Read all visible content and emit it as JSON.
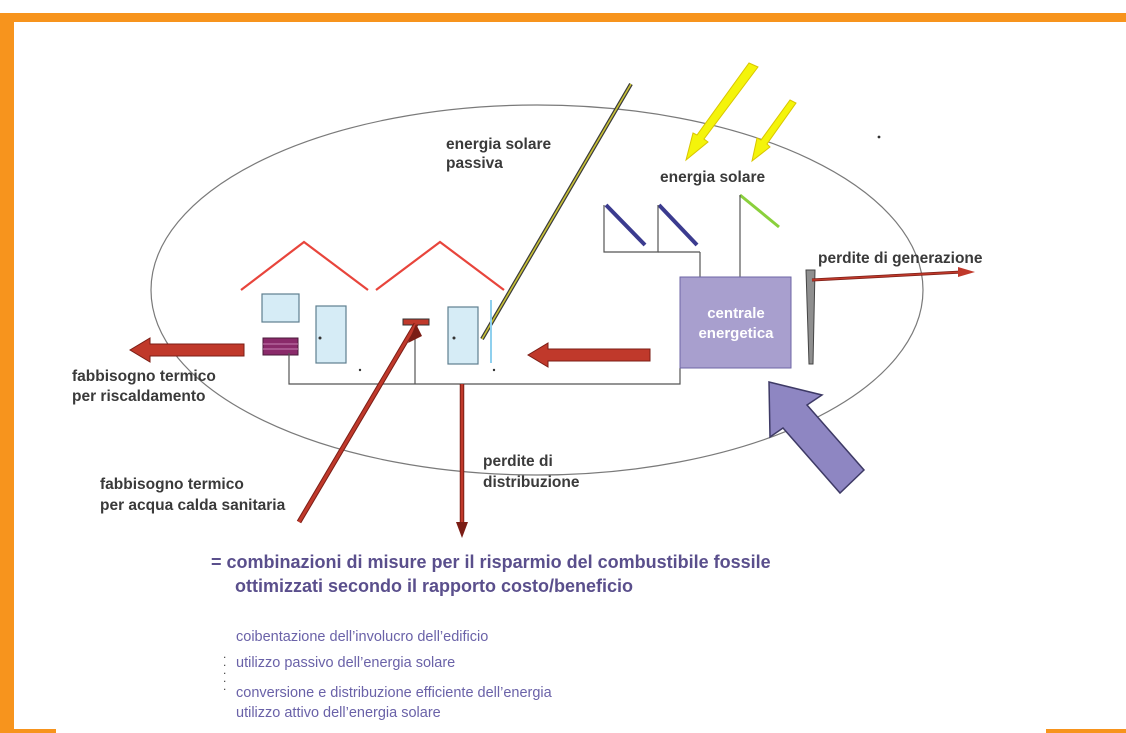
{
  "labels": {
    "passive_solar": [
      "energia solare",
      "passiva"
    ],
    "solar_energy": "energia solare",
    "generation_losses": "perdite di generazione",
    "plant": [
      "centrale",
      "energetica"
    ],
    "heating_demand": [
      "fabbisogno termico",
      "per riscaldamento"
    ],
    "hot_water_demand": [
      "fabbisogno termico",
      "per acqua calda sanitaria"
    ],
    "distribution_losses": [
      "perdite di",
      "distribuzione"
    ]
  },
  "headline": [
    "= combinazioni di misure per il risparmio del combustibile fossile",
    "ottimizzati secondo il rapporto costo/beneficio"
  ],
  "measures": [
    "coibentazione dell’involucro dell’edificio",
    "utilizzo passivo dell’energia solare",
    "conversione e distribuzione efficiente dell’energia",
    "utilizzo attivo dell’energia solare"
  ],
  "colors": {
    "frame": "#f7941d",
    "roof": "#e8453c",
    "loss_arrow": "#c0392b",
    "solar_arrow": "#f4f40a",
    "collector": "#3b3b8f",
    "pv_panel": "#8ad03c",
    "plant_box": "#a89fce",
    "fuel_arrow": "#8e86c2",
    "window": "#d6ecf6",
    "text_purple": "#5a4f8c"
  }
}
